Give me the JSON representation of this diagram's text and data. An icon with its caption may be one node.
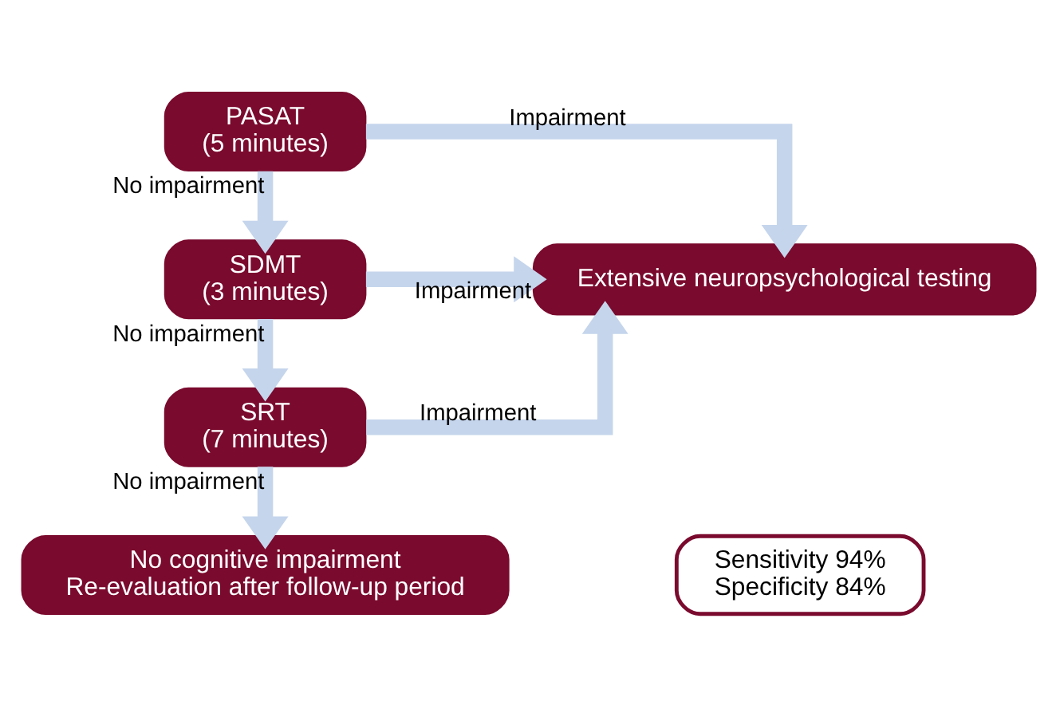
{
  "diagram": {
    "nodes": [
      {
        "text": [
          "PASAT",
          "(5 minutes)"
        ]
      },
      {
        "text": [
          "SDMT",
          "(3 minutes)"
        ]
      },
      {
        "text": [
          "SRT",
          "(7 minutes)"
        ]
      },
      {
        "text": [
          "Extensive neuropsychological testing"
        ]
      },
      {
        "text": [
          "No cognitive impairment",
          "Re-evaluation after follow-up period"
        ]
      },
      {
        "text": [
          "Sensitivity 94%",
          "Specificity 84%"
        ]
      }
    ],
    "edges": [
      {
        "from": 0,
        "to": 1,
        "arrow": "to",
        "label": "No impairment"
      },
      {
        "from": 0,
        "to": 3,
        "arrow": "to",
        "label": "Impairment"
      },
      {
        "from": 1,
        "to": 2,
        "arrow": "to",
        "label": "No impairment"
      },
      {
        "from": 1,
        "to": 3,
        "arrow": "to",
        "label": "Impairment"
      },
      {
        "from": 2,
        "to": 4,
        "arrow": "to",
        "label": "No impairment"
      },
      {
        "from": 2,
        "to": 3,
        "arrow": "to",
        "label": "Impairment"
      }
    ]
  }
}
